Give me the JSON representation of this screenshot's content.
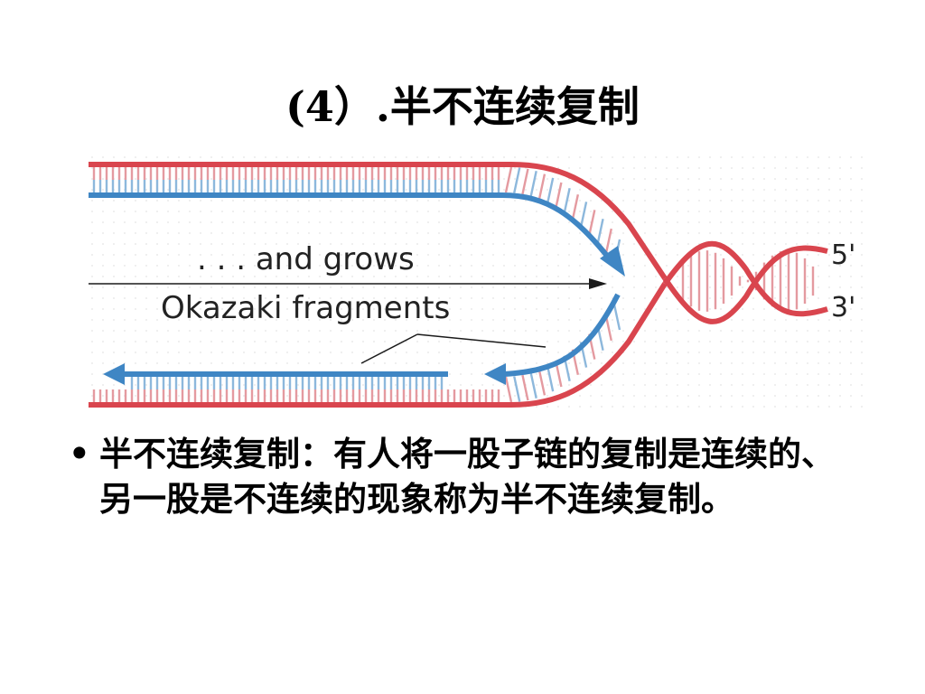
{
  "slide": {
    "title": "(4）.半不连续复制",
    "bullet_symbol": "•",
    "bullet_text": "半不连续复制：有人将一股子链的复制是连续的、另一股是不连续的现象称为半不连续复制。"
  },
  "diagram": {
    "label_grows": ". . . and grows",
    "label_okazaki": "Okazaki fragments",
    "label_5prime": "5'",
    "label_3prime": "3'",
    "colors": {
      "parent_strand": "#d9454e",
      "new_strand": "#3f86c4",
      "rung_red": "#e49aa0",
      "rung_blue": "#8db8dc",
      "arrow_line": "#1a1a1a",
      "grid": "#e6e6e6"
    }
  }
}
